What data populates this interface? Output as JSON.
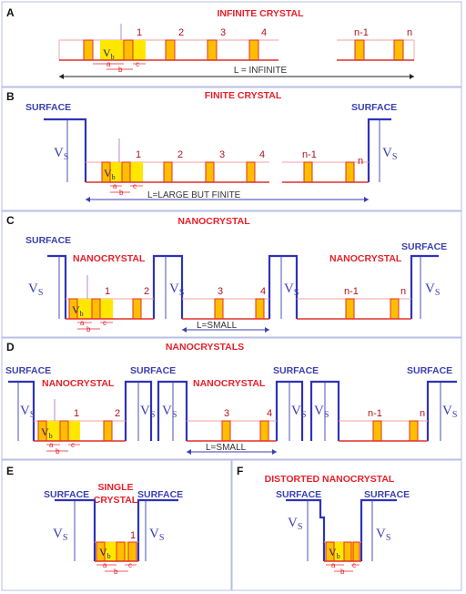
{
  "panels": {
    "A": {
      "letter": "A",
      "title": "INFINITE CRYSTAL",
      "length": "L = INFINITE",
      "indices": [
        "1",
        "2",
        "3",
        "4",
        "n-1",
        "n"
      ]
    },
    "B": {
      "letter": "B",
      "title": "FINITE CRYSTAL",
      "surface_left": "SURFACE",
      "surface_right": "SURFACE",
      "length": "L=LARGE BUT FINITE",
      "indices": [
        "1",
        "2",
        "3",
        "4",
        "n-1",
        "n"
      ]
    },
    "C": {
      "letter": "C",
      "title": "NANOCRYSTAL",
      "surface_left": "SURFACE",
      "surface_right": "SURFACE",
      "sub_left": "NANOCRYSTAL",
      "sub_right": "NANOCRYSTAL",
      "length": "L=SMALL",
      "indices": [
        "1",
        "2",
        "3",
        "4",
        "n-1",
        "n"
      ]
    },
    "D": {
      "letter": "D",
      "title": "NANOCRYSTALS",
      "surface_1": "SURFACE",
      "surface_2": "SURFACE",
      "surface_3": "SURFACE",
      "surface_4": "SURFACE",
      "sub_1": "NANOCRYSTAL",
      "sub_2": "NANOCRYSTAL",
      "length": "L=SMALL",
      "indices": [
        "1",
        "2",
        "3",
        "4",
        "n-1",
        "n"
      ]
    },
    "E": {
      "letter": "E",
      "title_line1": "SINGLE",
      "title_line2": "CRYSTAL",
      "surface_left": "SURFACE",
      "surface_right": "SURFACE",
      "indices": [
        "1"
      ]
    },
    "F": {
      "letter": "F",
      "title": "DISTORTED NANOCRYSTAL",
      "surface_left": "SURFACE",
      "surface_right": "SURFACE"
    }
  },
  "symbols": {
    "vs_main": "V",
    "vs_sub": "S",
    "vb_main": "V",
    "vb_sub": "b",
    "dim_a": "a",
    "dim_b": "b",
    "dim_c": "c"
  },
  "colors": {
    "well": "#e0302a",
    "surface": "#2e33b8",
    "barrier": "#ffbe00",
    "cell_highlight": "#ffe700",
    "title": "#e8202a",
    "border": "#b9bfe4"
  }
}
